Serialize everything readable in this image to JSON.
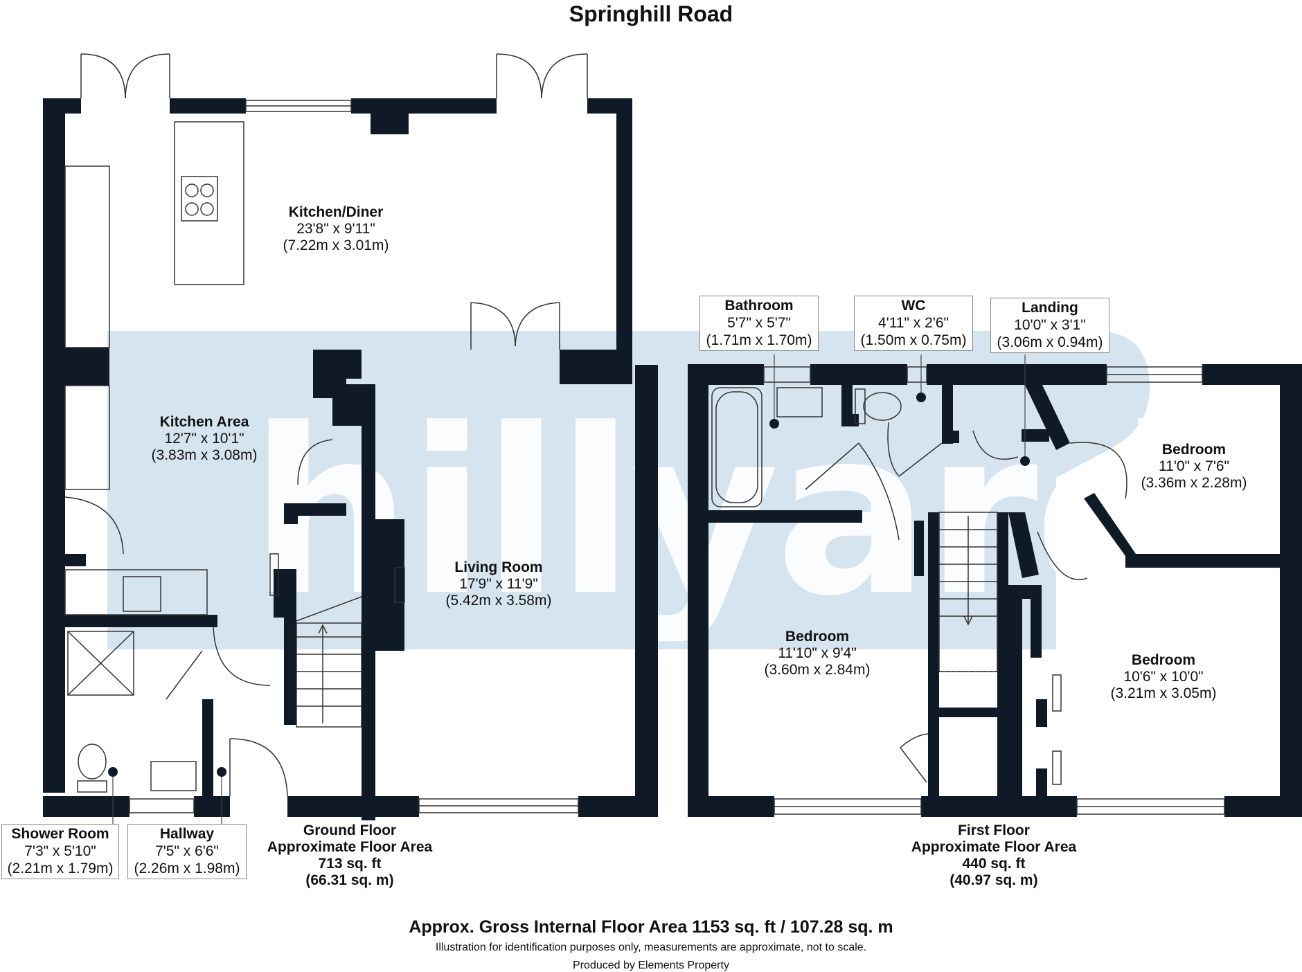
{
  "title": "Springhill Road",
  "watermark": "hillyards.",
  "rooms": {
    "kitchen_diner": {
      "name": "Kitchen/Diner",
      "imperial": "23'8\" x 9'11\"",
      "metric": "(7.22m x 3.01m)"
    },
    "kitchen_area": {
      "name": "Kitchen Area",
      "imperial": "12'7\" x 10'1\"",
      "metric": "(3.83m x 3.08m)"
    },
    "living_room": {
      "name": "Living Room",
      "imperial": "17'9\" x 11'9\"",
      "metric": "(5.42m x 3.58m)"
    },
    "shower_room": {
      "name": "Shower Room",
      "imperial": "7'3\" x 5'10\"",
      "metric": "(2.21m x 1.79m)"
    },
    "hallway": {
      "name": "Hallway",
      "imperial": "7'5\" x 6'6\"",
      "metric": "(2.26m x 1.98m)"
    },
    "bathroom": {
      "name": "Bathroom",
      "imperial": "5'7\" x 5'7\"",
      "metric": "(1.71m x 1.70m)"
    },
    "wc": {
      "name": "WC",
      "imperial": "4'11\" x 2'6\"",
      "metric": "(1.50m x 0.75m)"
    },
    "landing": {
      "name": "Landing",
      "imperial": "10'0\" x 3'1\"",
      "metric": "(3.06m x 0.94m)"
    },
    "bedroom_1": {
      "name": "Bedroom",
      "imperial": "11'0\" x 7'6\"",
      "metric": "(3.36m x 2.28m)"
    },
    "bedroom_2": {
      "name": "Bedroom",
      "imperial": "11'10\" x 9'4\"",
      "metric": "(3.60m x 2.84m)"
    },
    "bedroom_3": {
      "name": "Bedroom",
      "imperial": "10'6\" x 10'0\"",
      "metric": "(3.21m x 3.05m)"
    }
  },
  "ground_floor": {
    "label": "Ground Floor",
    "area_label": "Approximate Floor Area",
    "sqft": "713 sq. ft",
    "sqm": "(66.31 sq. m)"
  },
  "first_floor": {
    "label": "First Floor",
    "area_label": "Approximate Floor Area",
    "sqft": "440 sq. ft",
    "sqm": "(40.97 sq. m)"
  },
  "gross_area": "Approx. Gross Internal Floor Area 1153 sq. ft / 107.28 sq. m",
  "disclaimer": "Illustration for identification purposes only, measurements are approximate, not to scale.",
  "producer": "Produced by Elements Property",
  "colors": {
    "wall": "#0f1a26",
    "watermark": "#d6e4ef",
    "watermark_text": "#ffffff",
    "background": "#ffffff"
  }
}
